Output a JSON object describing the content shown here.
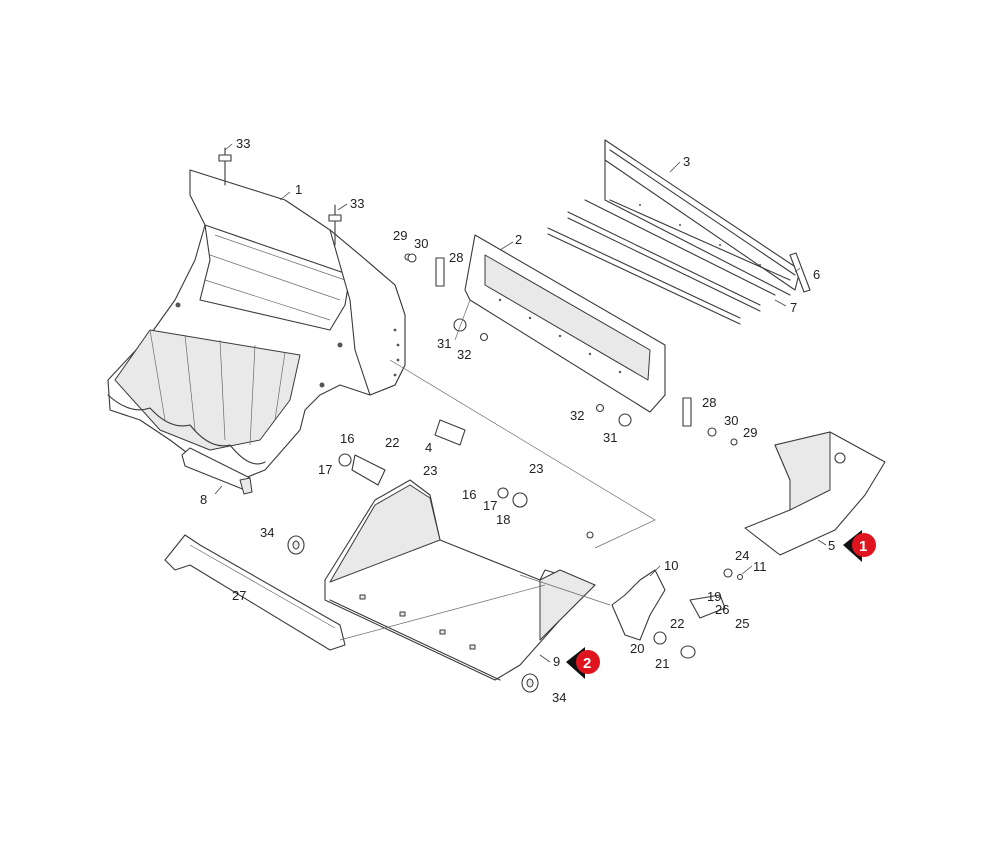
{
  "diagram": {
    "callouts": [
      {
        "id": "1",
        "label": "1"
      },
      {
        "id": "2",
        "label": "2"
      },
      {
        "id": "3",
        "label": "3"
      },
      {
        "id": "4",
        "label": "4"
      },
      {
        "id": "5",
        "label": "5"
      },
      {
        "id": "6",
        "label": "6"
      },
      {
        "id": "7",
        "label": "7"
      },
      {
        "id": "8",
        "label": "8"
      },
      {
        "id": "9",
        "label": "9"
      },
      {
        "id": "10",
        "label": "10"
      },
      {
        "id": "11",
        "label": "11"
      },
      {
        "id": "16a",
        "label": "16"
      },
      {
        "id": "16b",
        "label": "16"
      },
      {
        "id": "17a",
        "label": "17"
      },
      {
        "id": "17b",
        "label": "17"
      },
      {
        "id": "18",
        "label": "18"
      },
      {
        "id": "19",
        "label": "19"
      },
      {
        "id": "20",
        "label": "20"
      },
      {
        "id": "21",
        "label": "21"
      },
      {
        "id": "22a",
        "label": "22"
      },
      {
        "id": "22b",
        "label": "22"
      },
      {
        "id": "23a",
        "label": "23"
      },
      {
        "id": "23b",
        "label": "23"
      },
      {
        "id": "24",
        "label": "24"
      },
      {
        "id": "25",
        "label": "25"
      },
      {
        "id": "26",
        "label": "26"
      },
      {
        "id": "27",
        "label": "27"
      },
      {
        "id": "28a",
        "label": "28"
      },
      {
        "id": "28b",
        "label": "28"
      },
      {
        "id": "29a",
        "label": "29"
      },
      {
        "id": "29b",
        "label": "29"
      },
      {
        "id": "30a",
        "label": "30"
      },
      {
        "id": "30b",
        "label": "30"
      },
      {
        "id": "31a",
        "label": "31"
      },
      {
        "id": "31b",
        "label": "31"
      },
      {
        "id": "32a",
        "label": "32"
      },
      {
        "id": "32b",
        "label": "32"
      },
      {
        "id": "33a",
        "label": "33"
      },
      {
        "id": "33b",
        "label": "33"
      },
      {
        "id": "34a",
        "label": "34"
      },
      {
        "id": "34b",
        "label": "34"
      }
    ],
    "markers": [
      {
        "id": "m1",
        "label": "1",
        "color": "#e0141e"
      },
      {
        "id": "m2",
        "label": "2",
        "color": "#e0141e"
      }
    ]
  }
}
